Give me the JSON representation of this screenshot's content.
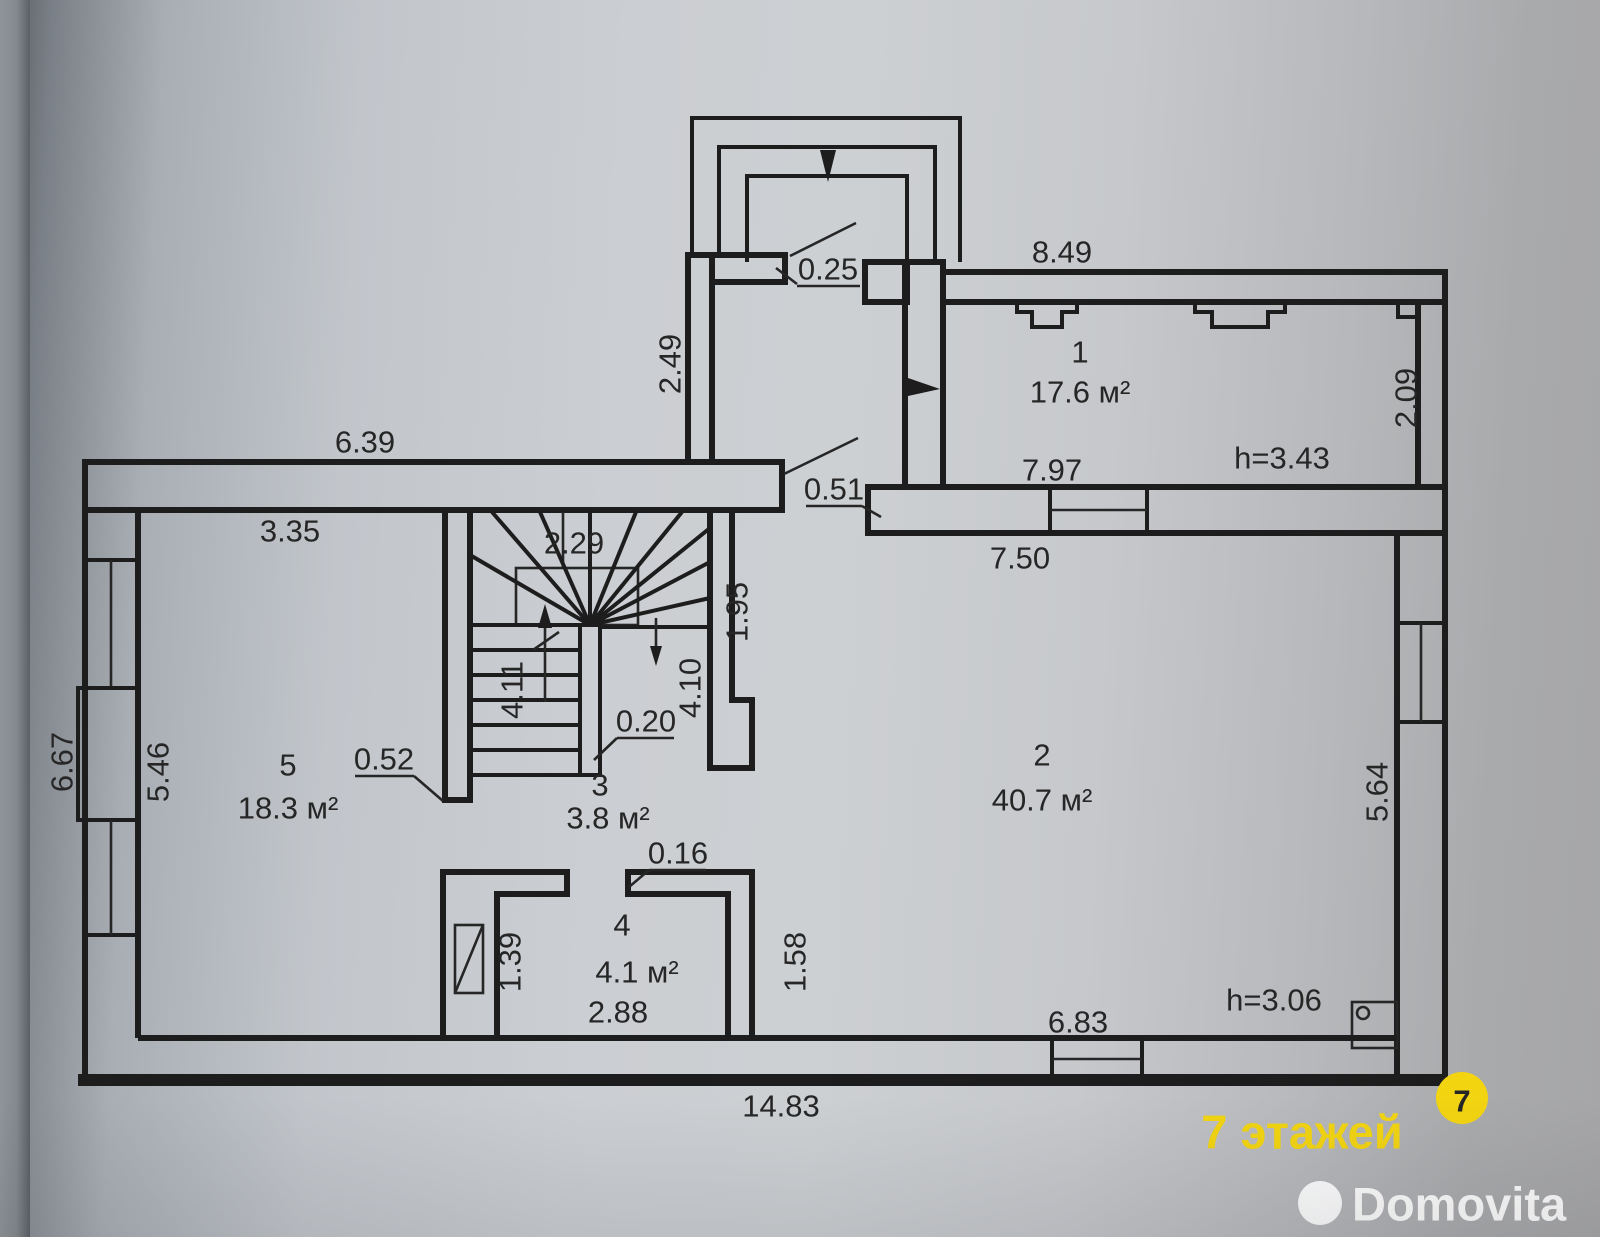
{
  "rooms": {
    "r1": {
      "num": "1",
      "area": "17.6 м²",
      "height": "h=3.43"
    },
    "r2": {
      "num": "2",
      "area": "40.7 м²",
      "height": "h=3.06"
    },
    "r3": {
      "num": "3",
      "area": "3.8 м²"
    },
    "r4": {
      "num": "4",
      "area": "4.1 м²"
    },
    "r5": {
      "num": "5",
      "area": "18.3 м²"
    }
  },
  "dims": {
    "d025": "0.25",
    "d249": "2.49",
    "d849": "8.49",
    "d209": "2.09",
    "d639": "6.39",
    "d051": "0.51",
    "d797": "7.97",
    "d750": "7.50",
    "d335": "3.35",
    "d229": "2.29",
    "d195": "1.95",
    "d411": "4.11",
    "d410": "4.10",
    "d020": "0.20",
    "d667": "6.67",
    "d546": "5.46",
    "d052": "0.52",
    "d564": "5.64",
    "d016": "0.16",
    "d139": "1.39",
    "d158": "1.58",
    "d288": "2.88",
    "d683": "6.83",
    "d1483": "14.83"
  },
  "watermark": {
    "floors_text": "7 этажей",
    "logo_digit": "7",
    "footer_text": "Domovita"
  }
}
